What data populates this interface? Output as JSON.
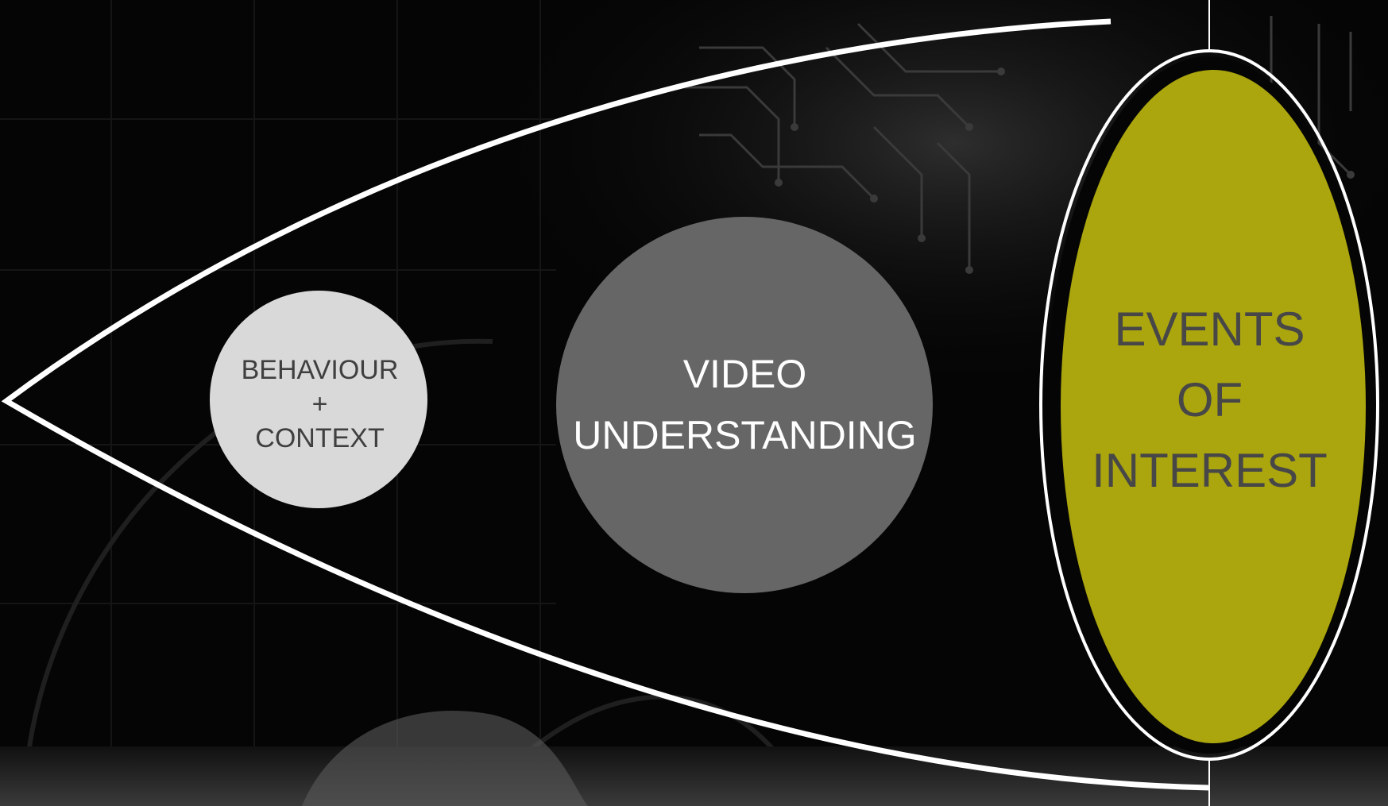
{
  "diagram": {
    "small_circle": {
      "lines": [
        "BEHAVIOUR",
        "+",
        "CONTEXT"
      ],
      "fill": "#d9d9d9",
      "text_color": "#3f3f3f"
    },
    "middle_circle": {
      "lines": [
        "VIDEO",
        "UNDERSTANDING"
      ],
      "fill": "#666666",
      "text_color": "#ffffff"
    },
    "ellipse": {
      "lines": [
        "EVENTS",
        "OF",
        "INTEREST"
      ],
      "fill": "#aba50e",
      "text_color": "#474747"
    },
    "outline_color": "#ffffff",
    "background": "#050505"
  }
}
